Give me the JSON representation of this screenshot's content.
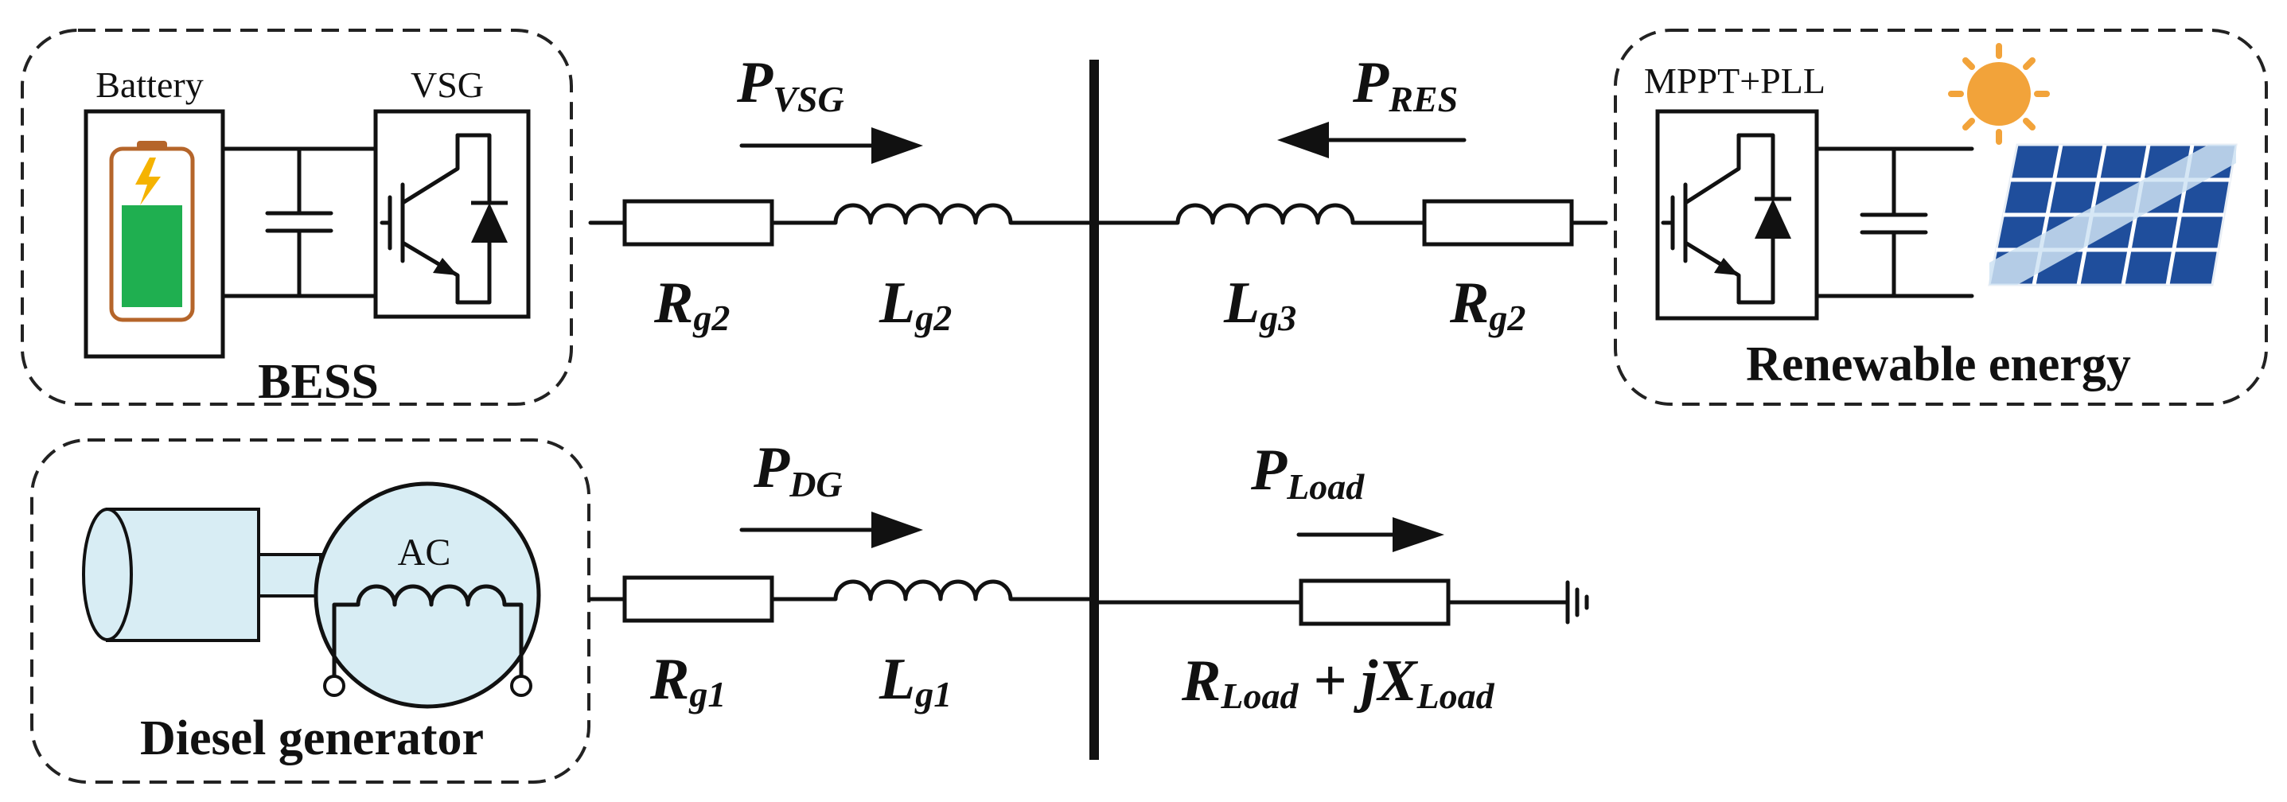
{
  "bess": {
    "battery_label": "Battery",
    "vsg_label": "VSG",
    "title": "BESS"
  },
  "renewable": {
    "controller_label": "MPPT+PLL",
    "title": "Renewable energy"
  },
  "diesel": {
    "ac_label": "AC",
    "title": "Diesel generator"
  },
  "power_flows": {
    "vsg": {
      "main": "P",
      "sub": "VSG"
    },
    "res": {
      "main": "P",
      "sub": "RES"
    },
    "dg": {
      "main": "P",
      "sub": "DG"
    },
    "load": {
      "main": "P",
      "sub": "Load"
    }
  },
  "impedances": {
    "r_vsg": {
      "main": "R",
      "sub": "g2"
    },
    "l_vsg": {
      "main": "L",
      "sub": "g2"
    },
    "l_res": {
      "main": "L",
      "sub": "g3"
    },
    "r_res": {
      "main": "R",
      "sub": "g2"
    },
    "r_dg": {
      "main": "R",
      "sub": "g1"
    },
    "l_dg": {
      "main": "L",
      "sub": "g1"
    },
    "load": {
      "r_main": "R",
      "r_sub": "Load",
      "plus": " + ",
      "x_main": "jX",
      "x_sub": "Load"
    }
  },
  "colors": {
    "battery_charge": "#1faf50",
    "battery_frame": "#b5652a",
    "bolt": "#f5b300",
    "sun": "#f2a33a",
    "panel": "#1f4e9c",
    "panel_grid": "#ffffff",
    "panel_band": "#cfe3f3",
    "machine": "#d8edf4"
  }
}
